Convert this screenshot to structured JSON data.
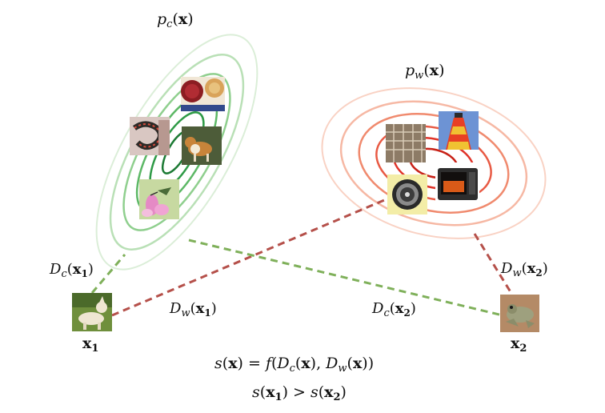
{
  "labels": {
    "pc": "p_c(x)",
    "pw": "p_w(x)",
    "dc_x1": "D_c(x₁)",
    "dw_x1": "D_w(x₁)",
    "dc_x2": "D_c(x₂)",
    "dw_x2": "D_w(x₂)",
    "x1": "x₁",
    "x2": "x₂",
    "formula_1": "s(x) = f(D_c(x), D_w(x))",
    "formula_2": "s(x₁) > s(x₂)"
  },
  "images": {
    "cluster_c": [
      "pie-photo",
      "snake-photo",
      "collie-dog-photo",
      "hummingbird-flower-photo"
    ],
    "cluster_w": [
      "lighthouse-photo",
      "scaffold-photo",
      "microwave-photo",
      "compass-photo"
    ],
    "x1": "white-dog-photo",
    "x2": "frog-photo"
  },
  "colors": {
    "green_dark": "#2e9a46",
    "green_light": "#b9e0b6",
    "red_dark": "#e0342a",
    "red_light": "#f6b8a4",
    "green_dash": "#7fb05a",
    "red_dash": "#b5504a"
  }
}
